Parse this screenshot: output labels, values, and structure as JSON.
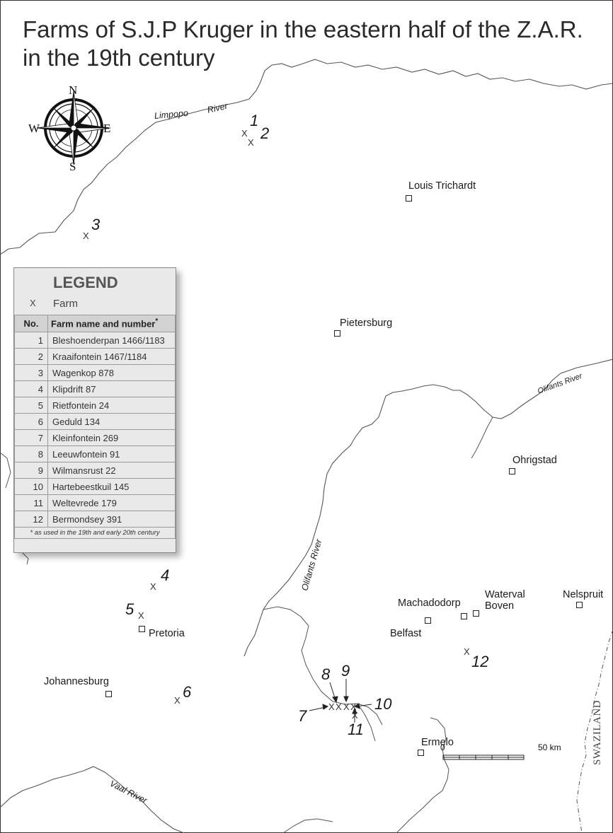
{
  "title_line1": "Farms of S.J.P Kruger in the eastern half of the Z.A.R.",
  "title_line2": "in the 19th century",
  "compass": {
    "n": "N",
    "e": "E",
    "s": "S",
    "w": "W"
  },
  "rivers": {
    "limpopo_a": "Limpopo",
    "limpopo_b": "River",
    "olifants_east": "Olifants River",
    "olifants_south": "Olifants River",
    "vaal": "Vaal River"
  },
  "places": {
    "louis_trichardt": "Louis Trichardt",
    "pietersburg": "Pietersburg",
    "ohrigstad": "Ohrigstad",
    "nelspruit": "Nelspruit",
    "machadodorp": "Machadodorp",
    "waterval_boven_1": "Waterval",
    "waterval_boven_2": "Boven",
    "belfast": "Belfast",
    "pretoria": "Pretoria",
    "johannesburg": "Johannesburg",
    "ermelo": "Ermelo",
    "swaziland": "SWAZILAND"
  },
  "farm_marker": "X",
  "farm_numbers": [
    "1",
    "2",
    "3",
    "4",
    "5",
    "6",
    "7",
    "8",
    "9",
    "10",
    "11",
    "12"
  ],
  "legend": {
    "title": "LEGEND",
    "marker_label": "Farm",
    "col_no": "No.",
    "col_name": "Farm name and number",
    "asterisk": "*",
    "rows": [
      {
        "no": "1",
        "name": "Bleshoenderpan 1466/1183"
      },
      {
        "no": "2",
        "name": "Kraaifontein 1467/1184"
      },
      {
        "no": "3",
        "name": "Wagenkop 878"
      },
      {
        "no": "4",
        "name": "Klipdrift 87"
      },
      {
        "no": "5",
        "name": "Rietfontein 24"
      },
      {
        "no": "6",
        "name": "Geduld 134"
      },
      {
        "no": "7",
        "name": "Kleinfontein 269"
      },
      {
        "no": "8",
        "name": "Leeuwfontein 91"
      },
      {
        "no": "9",
        "name": "Wilmansrust 22"
      },
      {
        "no": "10",
        "name": "Hartebeestkuil 145"
      },
      {
        "no": "11",
        "name": "Weltevrede 179"
      },
      {
        "no": "12",
        "name": "Bermondsey 391"
      }
    ],
    "footnote": "* as used in the 19th and early 20th century"
  },
  "scale": {
    "start": "0",
    "end": "50 km"
  }
}
